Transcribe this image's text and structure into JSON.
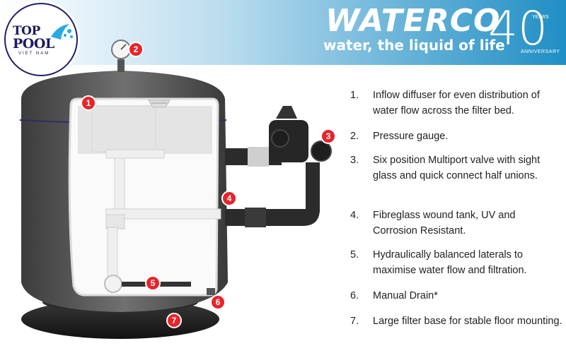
{
  "header": {
    "brand": "WATERCO",
    "tagline": "water, the liquid of life",
    "anniversary_number": "40",
    "anniversary_years": "YEARS",
    "anniversary_label": "ANNIVERSARY"
  },
  "logo": {
    "line1": "TOP",
    "line2": "POOL",
    "line3": "VIET NAM"
  },
  "colors": {
    "marker": "#e8242b",
    "header_blue": "#1f8ec4",
    "tank": "#5a5a5a",
    "text": "#222222"
  },
  "markers": [
    "1",
    "2",
    "3",
    "4",
    "5",
    "6",
    "7"
  ],
  "features": [
    {
      "num": "1.",
      "text": "Inflow diffuser for even distribution of water flow across the filter bed."
    },
    {
      "num": "2.",
      "text": "Pressure gauge."
    },
    {
      "num": "3.",
      "text": "Six position Multiport valve with sight glass and quick connect half unions."
    },
    {
      "num": "4.",
      "text": "Fibreglass wound tank, UV and Corrosion Resistant."
    },
    {
      "num": "5.",
      "text": "Hydraulically balanced laterals to maximise water flow and filtration."
    },
    {
      "num": "6.",
      "text": "Manual Drain*"
    },
    {
      "num": "7.",
      "text": "Large filter base for stable floor mounting."
    }
  ]
}
